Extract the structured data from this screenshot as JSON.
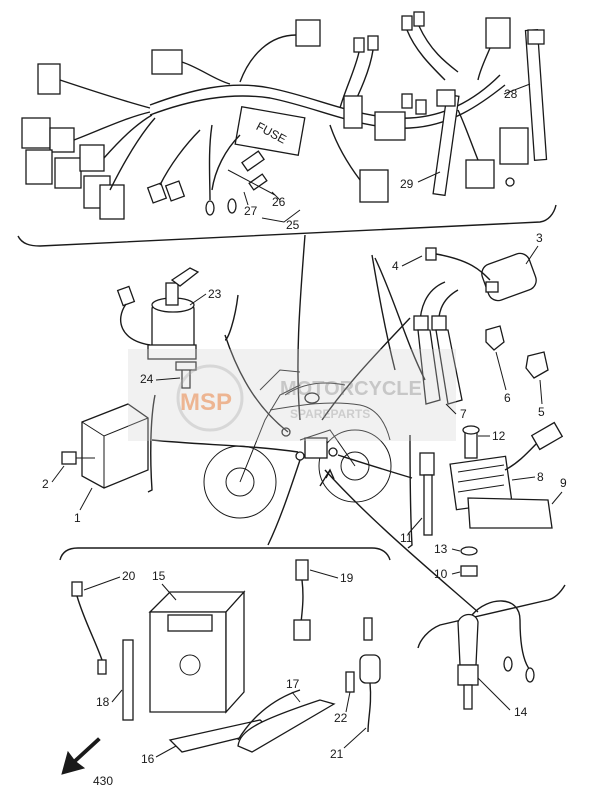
{
  "figure_number": "430",
  "watermark": {
    "logo_text": "MSP",
    "brand": "MOTORCYCLE",
    "subtitle": "SPAREPARTS"
  },
  "fuse_label": "FUSE",
  "callouts": {
    "p1": "1",
    "p2": "2",
    "p3": "3",
    "p4": "4",
    "p5": "5",
    "p6": "6",
    "p7": "7",
    "p8": "8",
    "p9": "9",
    "p10": "10",
    "p11": "11",
    "p12": "12",
    "p13": "13",
    "p14": "14",
    "p15": "15",
    "p16": "16",
    "p17": "17",
    "p18": "18",
    "p19": "19",
    "p20": "20",
    "p21": "21",
    "p22": "22",
    "p23": "23",
    "p24": "24",
    "p25": "25",
    "p26": "26",
    "p27": "27",
    "p28": "28",
    "p29": "29"
  }
}
